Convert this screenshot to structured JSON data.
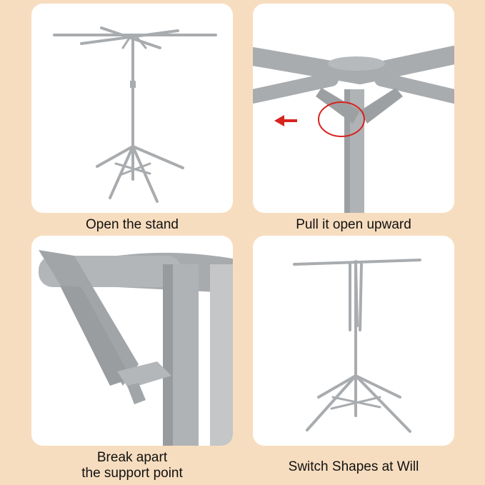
{
  "colors": {
    "background": "#f7ddbf",
    "panel": "#ffffff",
    "metal": "#a9acaf",
    "metal_dark": "#8c8f92",
    "arrow": "#d8231f"
  },
  "panels": [
    {
      "caption": "Open the stand",
      "image": "towel-rack-open-illustration"
    },
    {
      "caption": "Pull it open upward",
      "image": "hub-pull-upward-closeup"
    },
    {
      "caption_lines": [
        "Break apart",
        "the support point"
      ],
      "image": "support-point-closeup"
    },
    {
      "caption": "Switch Shapes at Will",
      "image": "towel-rack-folded-arms-illustration"
    }
  ]
}
